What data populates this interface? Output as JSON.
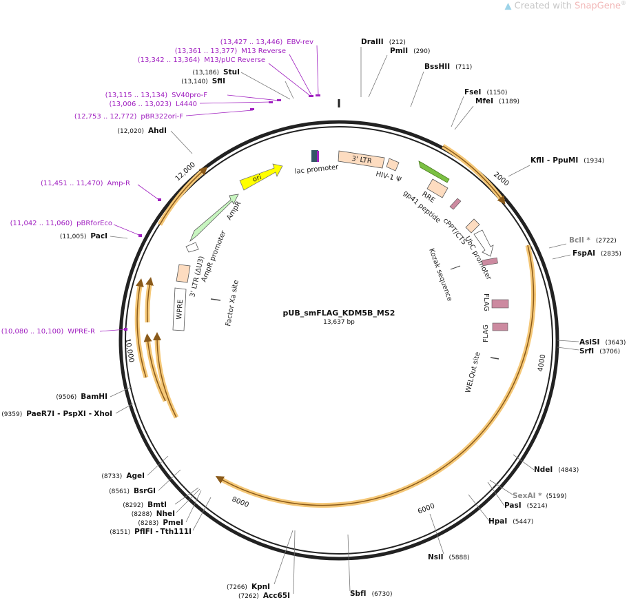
{
  "watermark": {
    "prefix": "Created with ",
    "brand": "SnapGene",
    "mark": "®"
  },
  "plasmid": {
    "name": "pUB_smFLAG_KDM5B_MS2",
    "length_label": "13,637 bp"
  },
  "ticks": [
    "2000",
    "4000",
    "6000",
    "8000",
    "10,000",
    "12,000"
  ],
  "sites": {
    "dralll": {
      "name": "DraIII",
      "pos": "(212)"
    },
    "pmll": {
      "name": "PmlI",
      "pos": "(290)"
    },
    "bsshii": {
      "name": "BssHII",
      "pos": "(711)"
    },
    "fsel": {
      "name": "FseI",
      "pos": "(1150)"
    },
    "mfel": {
      "name": "MfeI",
      "pos": "(1189)"
    },
    "kfli": {
      "name": "KflI",
      "sep": "-",
      "name2": "PpuMI",
      "pos": "(1934)"
    },
    "bcli": {
      "name": "BclI *",
      "pos": "(2722)"
    },
    "fspai": {
      "name": "FspAI",
      "pos": "(2835)"
    },
    "asisi": {
      "name": "AsiSI",
      "pos": "(3643)"
    },
    "srfi": {
      "name": "SrfI",
      "pos": "(3706)"
    },
    "ndei": {
      "name": "NdeI",
      "pos": "(4843)"
    },
    "sexai": {
      "name": "SexAI *",
      "pos": "(5199)"
    },
    "pasi": {
      "name": "PasI",
      "pos": "(5214)"
    },
    "hpai": {
      "name": "HpaI",
      "pos": "(5447)"
    },
    "nsii": {
      "name": "NsiI",
      "pos": "(5888)"
    },
    "sbfi": {
      "name": "SbfI",
      "pos": "(6730)"
    },
    "kpni": {
      "name": "KpnI",
      "pos": "(7266)"
    },
    "acc65i": {
      "name": "Acc65I",
      "pos": "(7262)"
    },
    "pflfi": {
      "name": "PflFI",
      "sep": "-",
      "name2": "Tth111I",
      "pos": "(8151)"
    },
    "pmei": {
      "name": "PmeI",
      "pos": "(8283)"
    },
    "nhei": {
      "name": "NheI",
      "pos": "(8288)"
    },
    "bmti": {
      "name": "BmtI",
      "pos": "(8292)"
    },
    "bsrgi": {
      "name": "BsrGI",
      "pos": "(8561)"
    },
    "agei": {
      "name": "AgeI",
      "pos": "(8733)"
    },
    "paer7i": {
      "name": "PaeR7I",
      "sep": "-",
      "name2": "PspXI",
      "sep2": "-",
      "name3": "XhoI",
      "pos": "(9359)"
    },
    "bamhi": {
      "name": "BamHI",
      "pos": "(9506)"
    },
    "paci": {
      "name": "PacI",
      "pos": "(11,005)"
    },
    "ahdi": {
      "name": "AhdI",
      "pos": "(12,020)"
    },
    "sfii": {
      "name": "SfiI",
      "pos": "(13,140)"
    },
    "stui": {
      "name": "StuI",
      "pos": "(13,186)"
    }
  },
  "primers": {
    "ebvrev": {
      "range": "(13,427 .. 13,446)",
      "name": "EBV-rev"
    },
    "m13rev": {
      "range": "(13,361 .. 13,377)",
      "name": "M13 Reverse"
    },
    "m13puc": {
      "range": "(13,342 .. 13,364)",
      "name": "M13/pUC Reverse"
    },
    "sv40": {
      "range": "(13,115 .. 13,134)",
      "name": "SV40pro-F"
    },
    "l4440": {
      "range": "(13,006 .. 13,023)",
      "name": "L4440"
    },
    "pbr322": {
      "range": "(12,753 .. 12,772)",
      "name": "pBR322ori-F"
    },
    "ampr": {
      "range": "(11,451 .. 11,470)",
      "name": "Amp-R"
    },
    "pbrfor": {
      "range": "(11,042 .. 11,060)",
      "name": "pBRforEco"
    },
    "wpre": {
      "range": "(10,080 .. 10,100)",
      "name": "WPRE-R"
    }
  },
  "features": {
    "ltr3": "3' LTR",
    "hiv": "HIV-1 Ψ",
    "lac": "lac promoter",
    "ori": "ori",
    "rre": "RRE",
    "gp41": "gp41 peptide",
    "cppt": "cPPT/CTS",
    "ubc": "UbC promoter",
    "kozak": "Kozak sequence",
    "flag1": "FLAG",
    "flag2": "FLAG",
    "welq": "WELQut site",
    "ampr": "AmpR",
    "amppromoter": "AmpR promoter",
    "ltr3du3": "3' LTR (ΔU3)",
    "wpre": "WPRE",
    "factorxa": "Factor Xa site"
  },
  "colors": {
    "backbone": "#222222",
    "orf_fill": "#f5c878",
    "orf_core": "#8a5a1a",
    "ltr": "#fddcc0",
    "ori": "#ffff00",
    "ampr": "#c8f5c0",
    "primer": "#a020c0",
    "flag": "#cc8aa0",
    "green_arrow": "#7bc043"
  }
}
